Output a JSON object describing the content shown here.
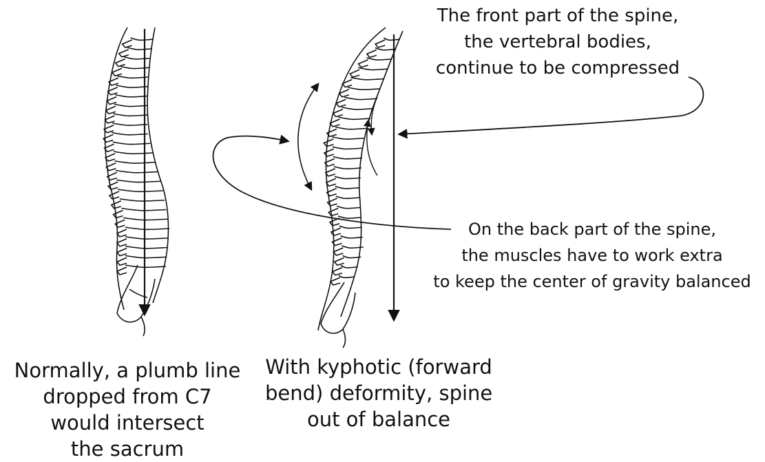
{
  "captions": {
    "left": {
      "lines": [
        "Normally, a plumb line",
        "dropped from C7",
        "would intersect",
        "the sacrum"
      ]
    },
    "middle": {
      "lines": [
        "With kyphotic (forward",
        "bend) deformity, spine",
        "out of balance"
      ]
    },
    "top_right": {
      "lines": [
        "The front part of the spine,",
        "the vertebral bodies,",
        "continue to be compressed"
      ]
    },
    "mid_right": {
      "lines": [
        "On the back part of the spine,",
        "the muscles have to work extra",
        "to keep the center of gravity balanced"
      ]
    }
  },
  "colors": {
    "ink": "#111111",
    "background": "#ffffff"
  }
}
